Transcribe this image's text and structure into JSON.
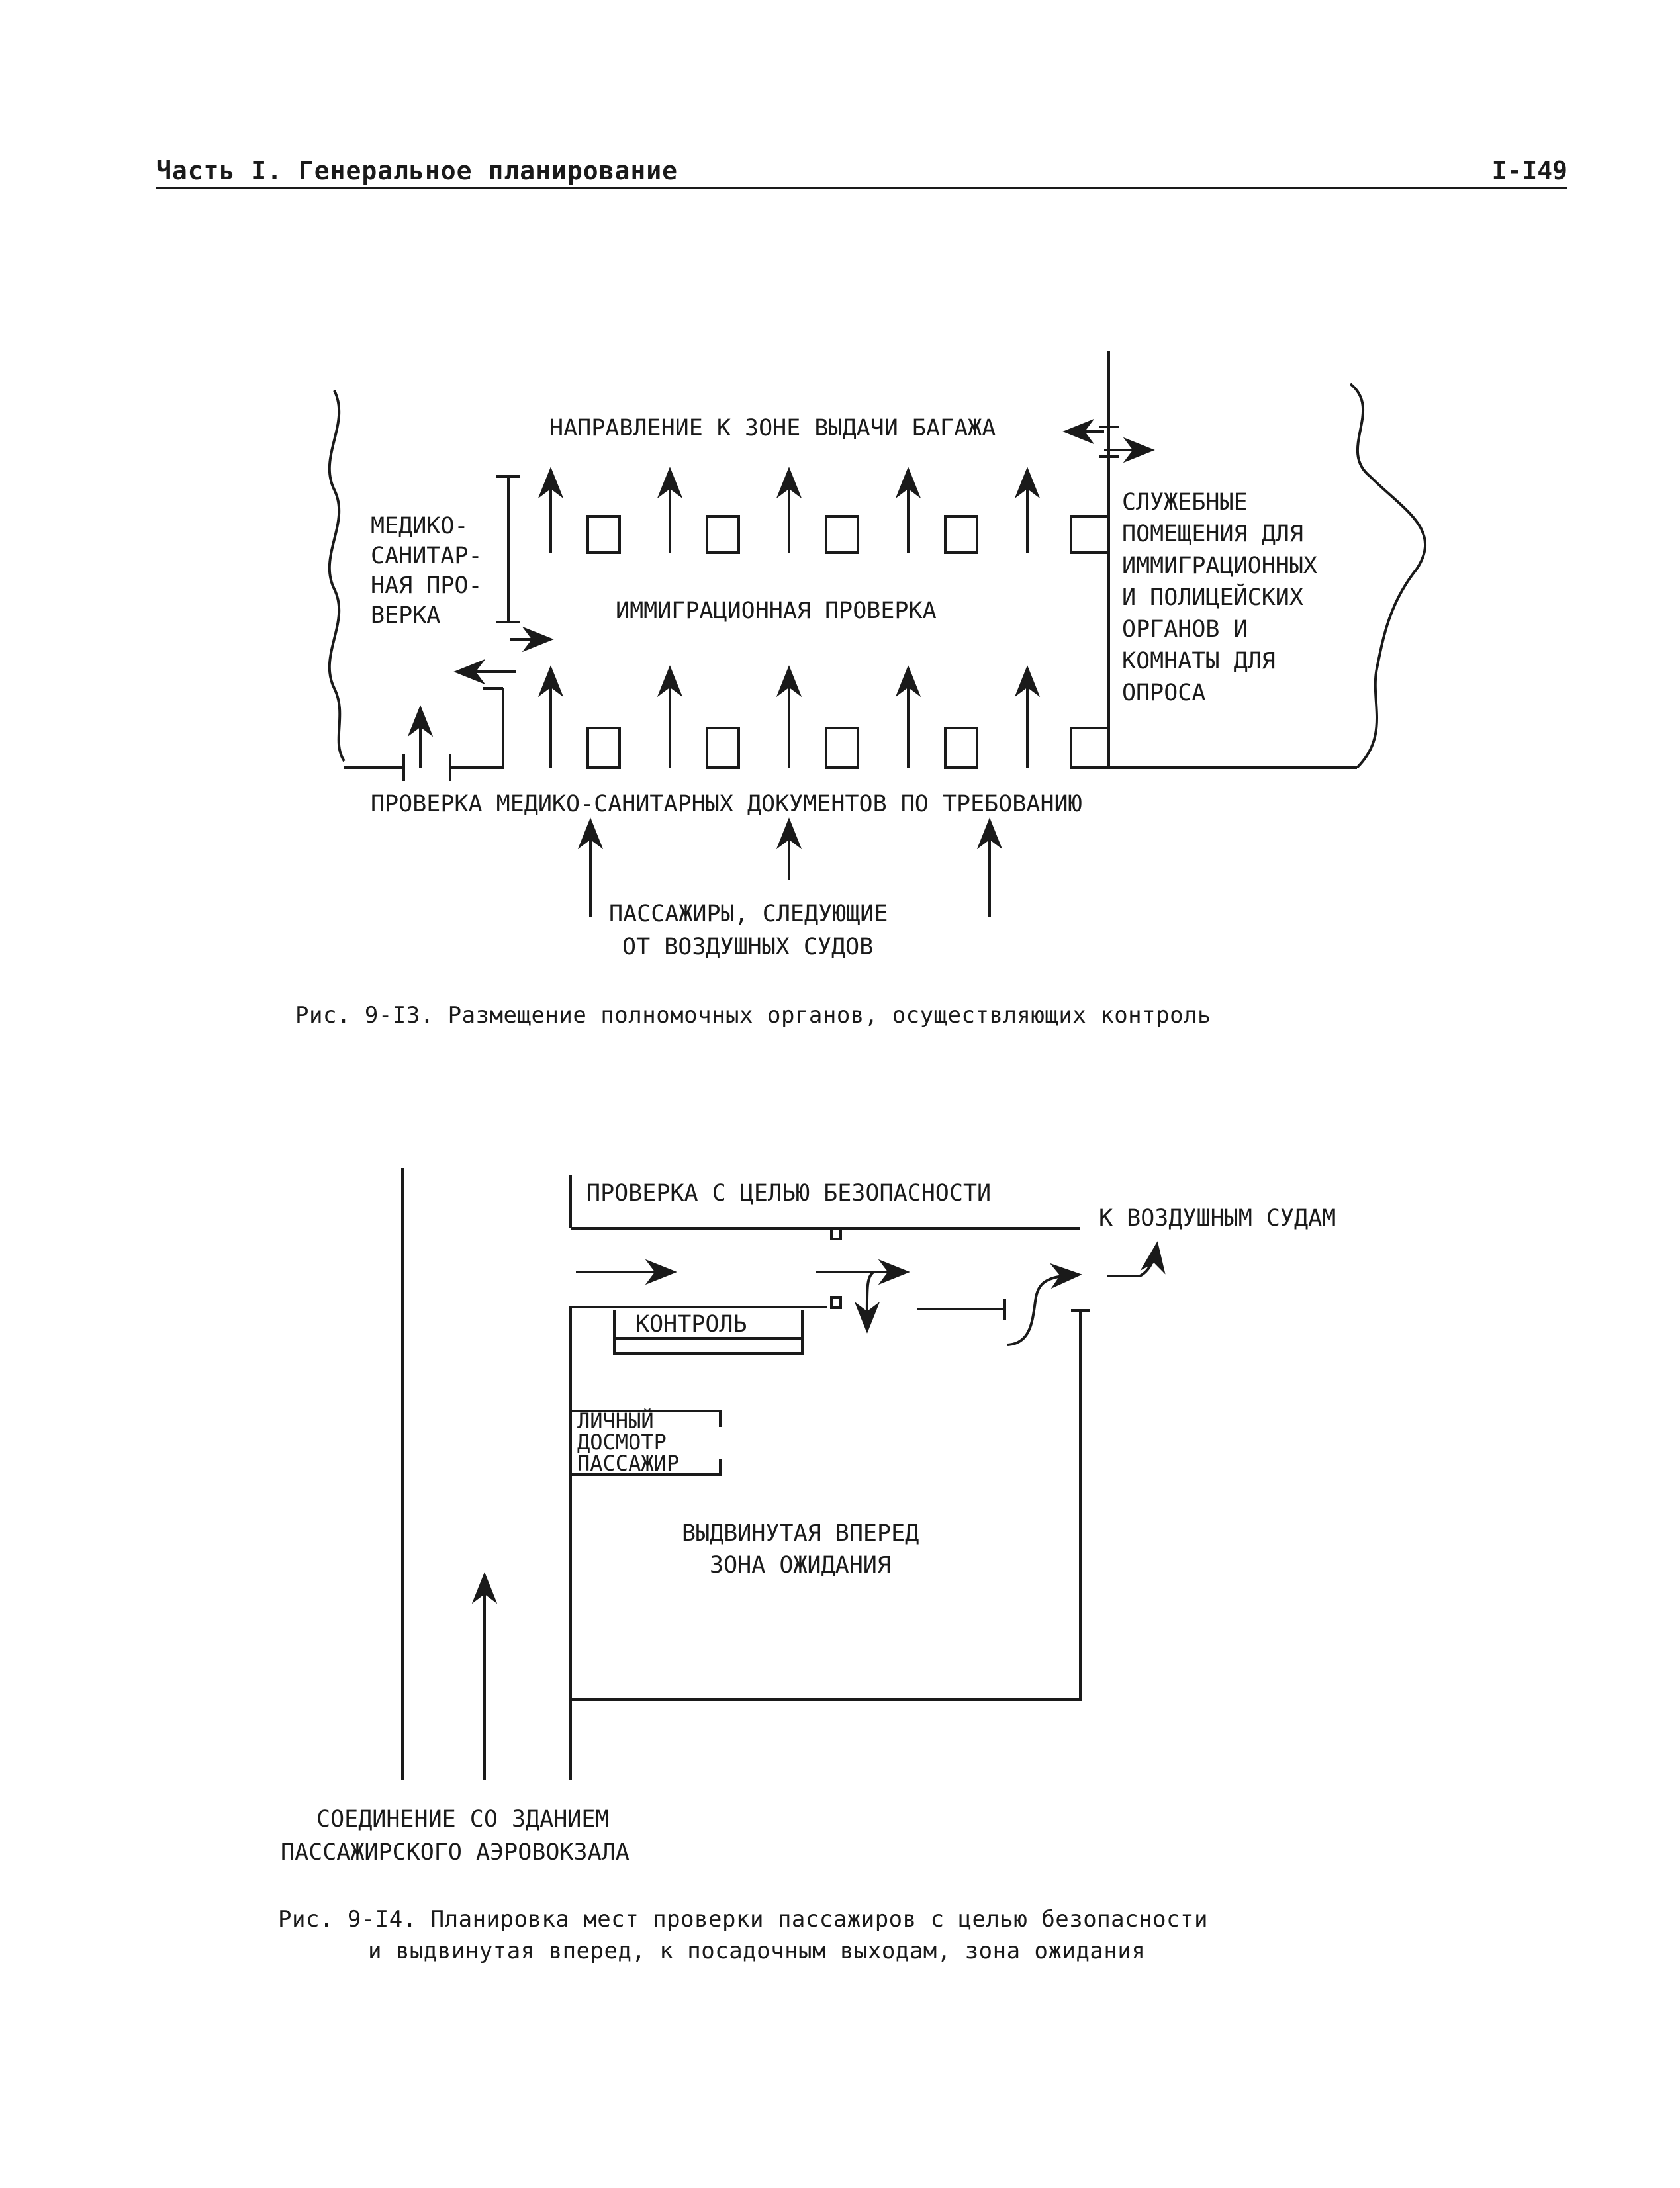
{
  "header": {
    "section_title": "Часть I. Генеральное планирование",
    "page_number": "I-I49"
  },
  "figure_13": {
    "label_top": "НАПРАВЛЕНИЕ К ЗОНЕ ВЫДАЧИ БАГАЖА",
    "label_medical": [
      "МЕДИКО-",
      "САНИТАР-",
      "НАЯ ПРО-",
      "ВЕРКА"
    ],
    "label_center": "ИММИГРАЦИОННАЯ ПРОВЕРКА",
    "label_service": [
      "СЛУЖЕБНЫЕ",
      "ПОМЕЩЕНИЯ ДЛЯ",
      "ИММИГРАЦИОННЫХ",
      "И ПОЛИЦЕЙСКИХ",
      "ОРГАНОВ И",
      "КОМНАТЫ ДЛЯ",
      "ОПРОСА"
    ],
    "label_bottom": "ПРОВЕРКА МЕДИКО-САНИТАРНЫХ ДОКУМЕНТОВ ПО ТРЕБОВАНИЮ",
    "label_passengers": [
      "ПАССАЖИРЫ, СЛЕДУЮЩИЕ",
      "ОТ ВОЗДУШНЫХ СУДОВ"
    ],
    "caption": "Рис. 9-I3.  Размещение полномочных органов, осуществляющих контроль"
  },
  "figure_14": {
    "label_security": "ПРОВЕРКА С ЦЕЛЬЮ БЕЗОПАСНОСТИ",
    "label_to_aircraft": "К ВОЗДУШНЫМ СУДАМ",
    "label_control": "КОНТРОЛЬ",
    "label_personal": [
      "ЛИЧНЫЙ",
      "ДОСМОТР",
      "ПАССАЖИР"
    ],
    "label_waiting": [
      "ВЫДВИНУТАЯ ВПЕРЕД",
      "ЗОНА ОЖИДАНИЯ"
    ],
    "label_connection": [
      "СОЕДИНЕНИЕ СО ЗДАНИЕМ",
      "ПАССАЖИРСКОГО АЭРОВОКЗАЛА"
    ],
    "caption_line1": "Рис. 9-I4.  Планировка мест проверки пассажиров с целью безопасности",
    "caption_line2": "и выдвинутая вперед, к посадочным выходам, зона ожидания"
  }
}
